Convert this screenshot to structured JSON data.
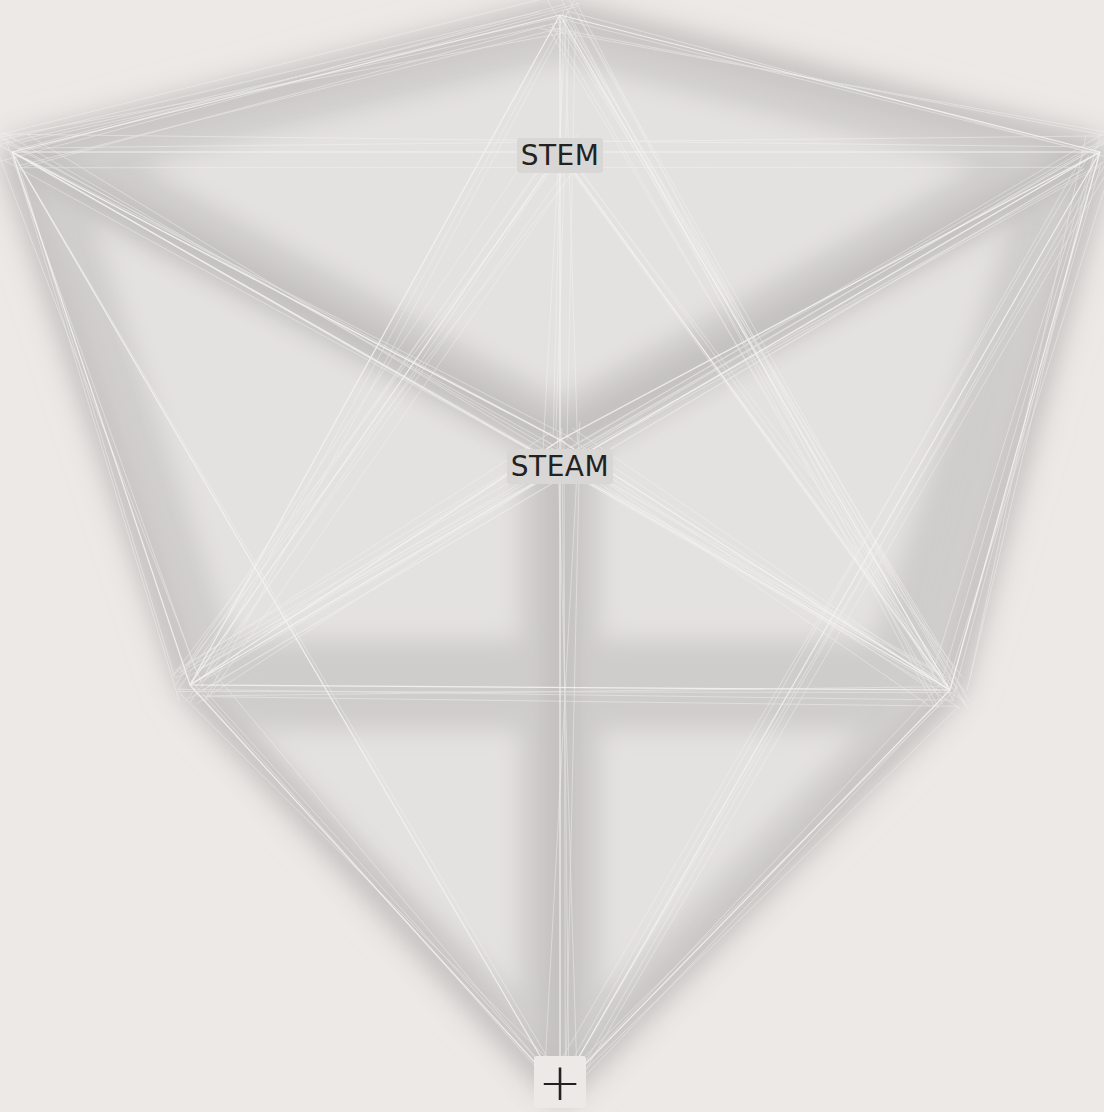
{
  "diagram": {
    "labels": [
      "STEM",
      "STEAM",
      "+"
    ]
  }
}
